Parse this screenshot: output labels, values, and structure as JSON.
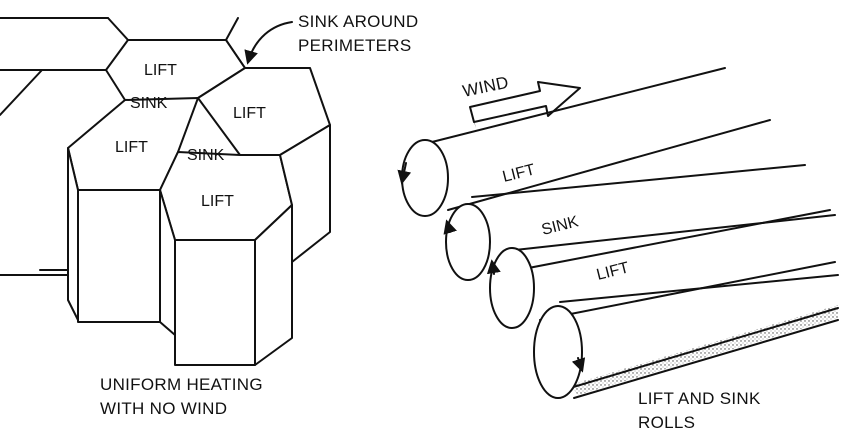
{
  "left_panel": {
    "labels": {
      "lift_top": "LIFT",
      "sink_center": "SINK",
      "lift_right": "LIFT",
      "lift_left": "LIFT",
      "sink_lower": "SINK",
      "lift_bottom": "LIFT"
    },
    "callout": [
      "SINK AROUND",
      "PERIMETERS"
    ],
    "caption": [
      "UNIFORM HEATING",
      "WITH NO WIND"
    ]
  },
  "right_panel": {
    "wind_label": "WIND",
    "roll_labels": [
      "LIFT",
      "SINK",
      "LIFT"
    ],
    "caption": [
      "LIFT AND SINK",
      "ROLLS"
    ]
  }
}
